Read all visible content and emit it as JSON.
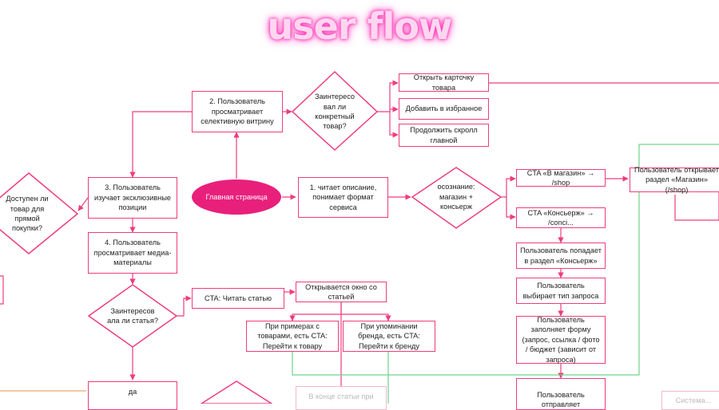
{
  "title": "user flow",
  "colors": {
    "accent": "#ee3d7e",
    "start_fill": "#e8207c",
    "green_line": "#6fd38c",
    "orange_line": "#f5a66a"
  },
  "nodes": {
    "main_page": "Главная страница",
    "step1": "1. читает описание, понимает формат сервиса",
    "awareness": "осознание: магазин + консьерж",
    "cta_shop": "CTA «В магазин» → /shop",
    "cta_concierge": "CTA «Консьерж» → /conci...",
    "shop_open": "Пользователь открывает раздел «Магазин» (/shop)",
    "concierge_enter": "Пользователь попадает в раздел «Консьерж»",
    "request_type": "Пользователь выбирает тип запроса",
    "fill_form": "Пользователь заполняет форму (запрос, ссылка / фото / бюджет (зависит от запроса)",
    "send": "Пользователь отправляет",
    "step2": "2. Пользователь просматривает селективную витрину",
    "interested_product": "Заинтересо вал ли конкретный товар?",
    "open_card": "Открыть карточку товара",
    "add_fav": "Добавить в избранное",
    "continue_scroll": "Продолжить скролл главной",
    "step3": "3. Пользователь изучает эксклюзивные позиции",
    "available": "Доступен ли товар для прямой покупки?",
    "step4": "4. Пользователь просматривает медиа-материалы",
    "interested_article": "Заинтересов ала ли статья?",
    "cta_read": "CTA: Читать статью",
    "article_window": "Открывается окно со статьей",
    "examples_products": "При примерах с товарами, есть CTA: Перейти к товару",
    "brand_mention": "При упоминании бренда, есть CTA: Перейти к бренду",
    "article_end": "В конце статьи при",
    "yes_label": "да",
    "right_faded": "Система..."
  }
}
